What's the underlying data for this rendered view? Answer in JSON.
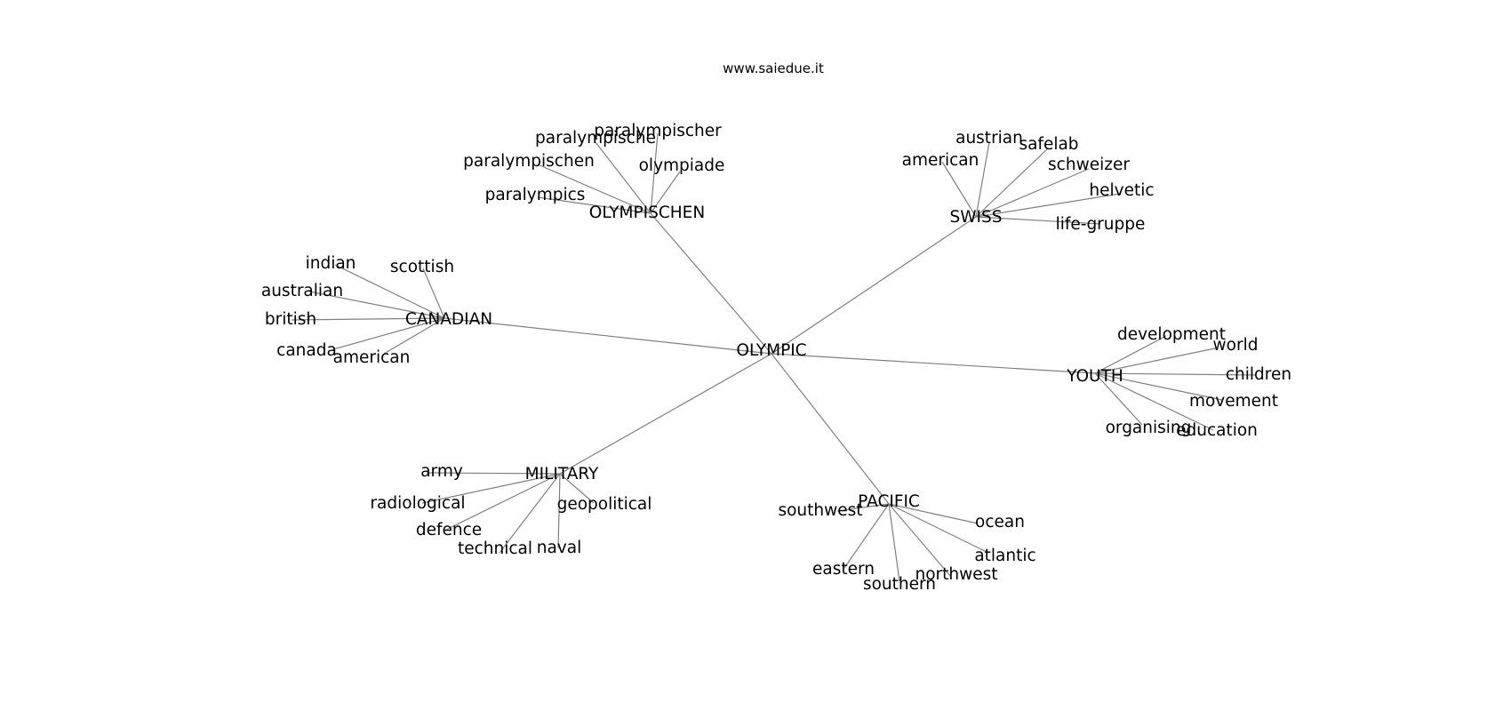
{
  "watermark": "www.saiedue.it",
  "graph": {
    "root": "OLYMPIC",
    "hubs": [
      {
        "name": "OLYMPISCHEN",
        "leaves": [
          "paralympischer",
          "paralympische",
          "paralympischen",
          "olympiade",
          "paralympics"
        ]
      },
      {
        "name": "SWISS",
        "leaves": [
          "austrian",
          "safelab",
          "american",
          "schweizer",
          "helvetic",
          "life-gruppe"
        ]
      },
      {
        "name": "CANADIAN",
        "leaves": [
          "indian",
          "scottish",
          "australian",
          "british",
          "canada",
          "american"
        ]
      },
      {
        "name": "YOUTH",
        "leaves": [
          "development",
          "world",
          "children",
          "movement",
          "organising",
          "education"
        ]
      },
      {
        "name": "MILITARY",
        "leaves": [
          "army",
          "radiological",
          "geopolitical",
          "defence",
          "technical",
          "naval"
        ]
      },
      {
        "name": "PACIFIC",
        "leaves": [
          "southwest",
          "ocean",
          "atlantic",
          "eastern",
          "northwest",
          "southern"
        ]
      }
    ]
  }
}
